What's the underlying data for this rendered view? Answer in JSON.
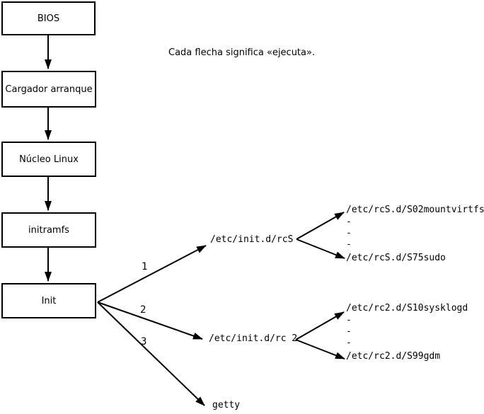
{
  "note": "Cada flecha significa «ejecuta».",
  "boxes": [
    {
      "id": "bios",
      "label": "BIOS"
    },
    {
      "id": "bootloader",
      "label": "Cargador arranque"
    },
    {
      "id": "kernel",
      "label": "Núcleo Linux"
    },
    {
      "id": "initramfs",
      "label": "initramfs"
    },
    {
      "id": "init",
      "label": "Init"
    }
  ],
  "branches": [
    {
      "order": "1",
      "target": "/etc/init.d/rcS"
    },
    {
      "order": "2",
      "target": "/etc/init.d/rc 2"
    },
    {
      "order": "3",
      "target": "getty"
    }
  ],
  "rcS_scripts": {
    "first": "/etc/rcS.d/S02mountvirtfs",
    "ellipsis": "-",
    "last": "/etc/rcS.d/S75sudo"
  },
  "rc2_scripts": {
    "first": "/etc/rc2.d/S10sysklogd",
    "ellipsis": "-",
    "last": "/etc/rc2.d/S99gdm"
  },
  "colors": {
    "line": "#000000",
    "text": "#000000",
    "background": "#ffffff"
  }
}
